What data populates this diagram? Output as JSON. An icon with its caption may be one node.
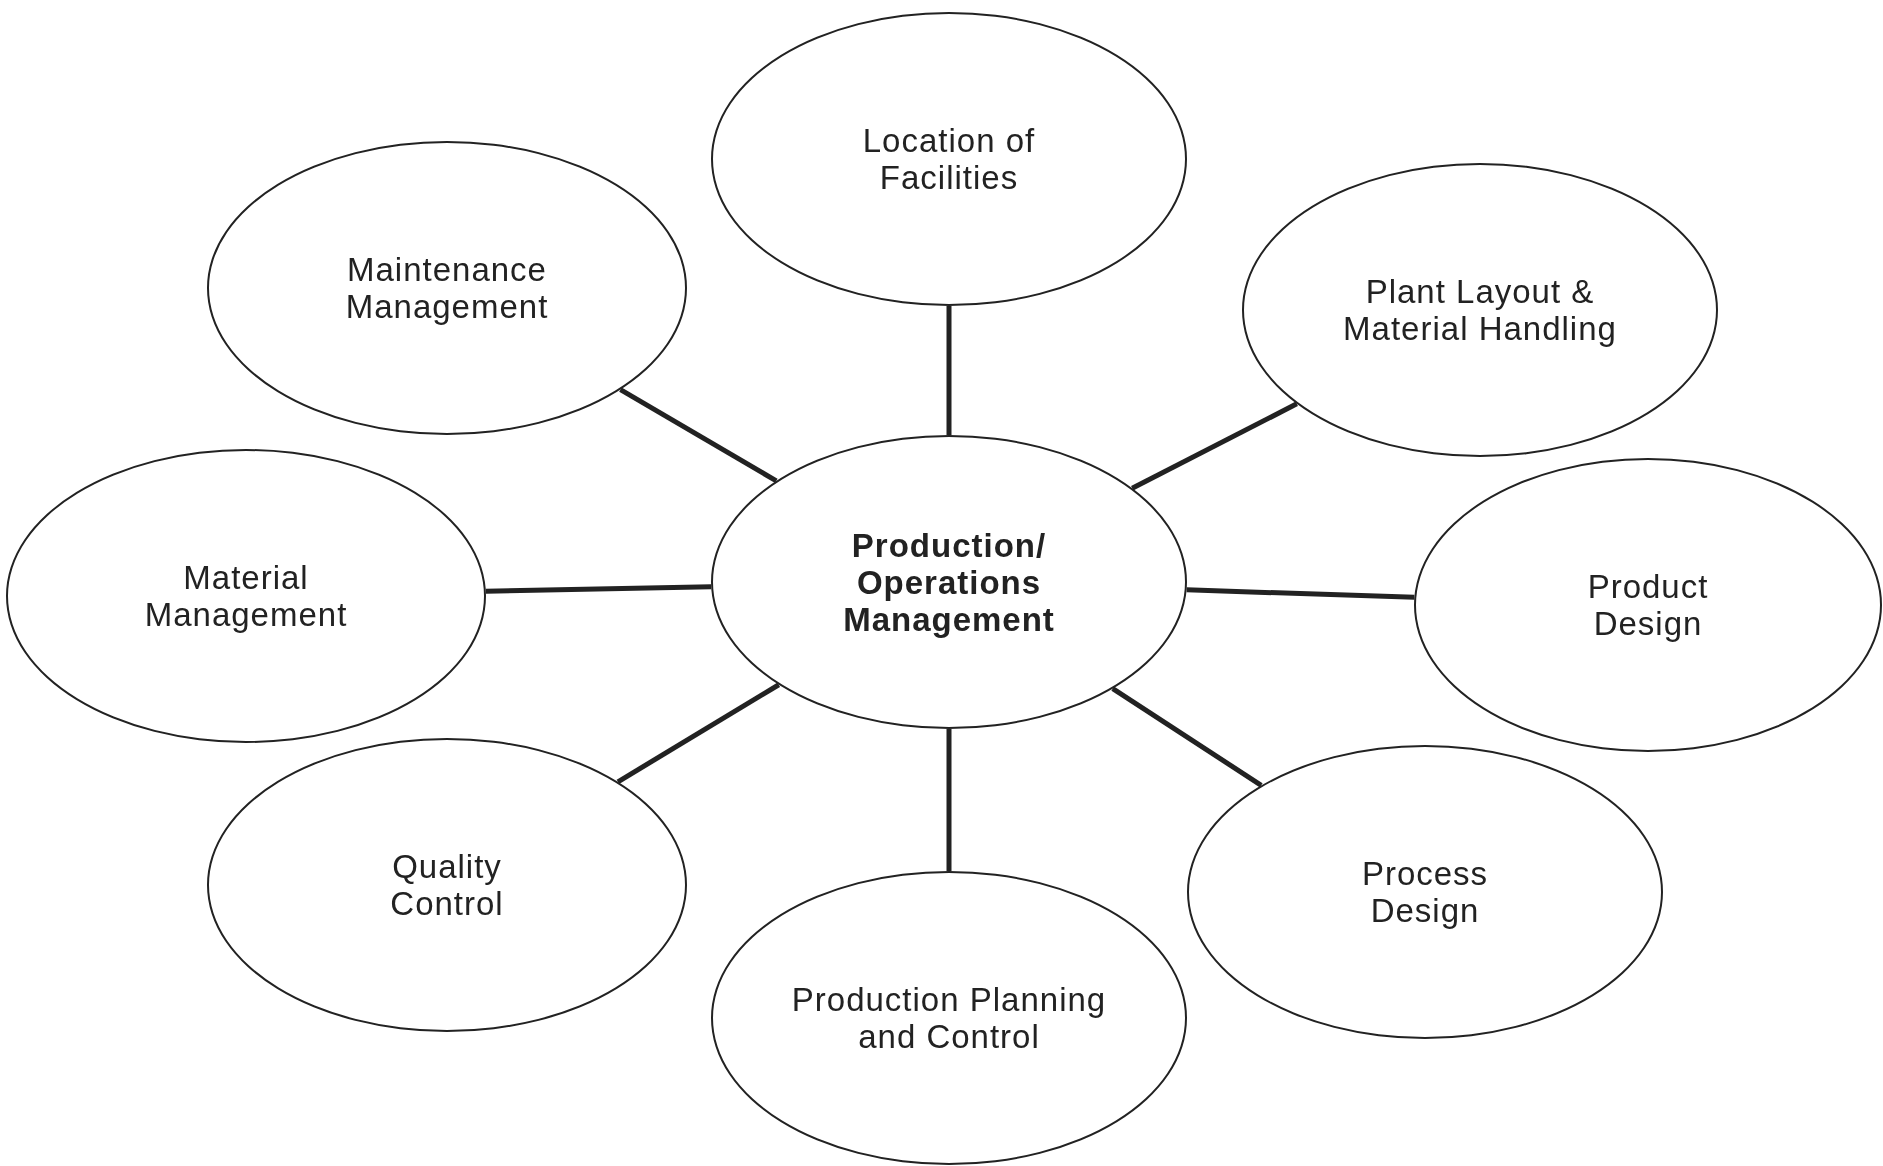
{
  "diagram": {
    "nodes": [
      {
        "text": [
          "Production/ Operations Management"
        ]
      },
      {
        "text": [
          "Location of Facilities"
        ]
      },
      {
        "text": [
          "Maintenance Management"
        ]
      },
      {
        "text": [
          "Plant Layout & Material Handling"
        ]
      },
      {
        "text": [
          "Material Management"
        ]
      },
      {
        "text": [
          "Product Design"
        ]
      },
      {
        "text": [
          "Quality Control"
        ]
      },
      {
        "text": [
          "Process Design"
        ]
      },
      {
        "text": [
          "Production Planning and Control"
        ]
      }
    ],
    "edges": [
      {
        "from": 0,
        "to": 1,
        "arrow": "none"
      },
      {
        "from": 0,
        "to": 2,
        "arrow": "none"
      },
      {
        "from": 0,
        "to": 3,
        "arrow": "none"
      },
      {
        "from": 0,
        "to": 4,
        "arrow": "none"
      },
      {
        "from": 0,
        "to": 5,
        "arrow": "none"
      },
      {
        "from": 0,
        "to": 6,
        "arrow": "none"
      },
      {
        "from": 0,
        "to": 7,
        "arrow": "none"
      },
      {
        "from": 0,
        "to": 8,
        "arrow": "none"
      }
    ]
  }
}
